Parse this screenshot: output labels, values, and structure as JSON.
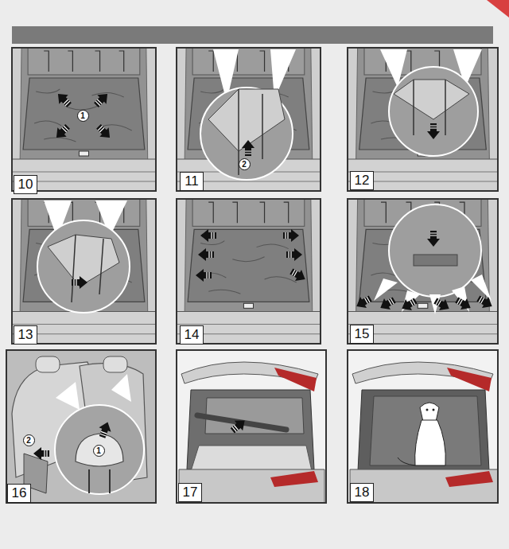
{
  "diagram": {
    "nodes": [
      {
        "text": [
          "1"
        ]
      },
      {
        "text": [
          "10"
        ]
      },
      {
        "text": [
          "2"
        ]
      },
      {
        "text": [
          "11"
        ]
      },
      {
        "text": [
          "12"
        ]
      },
      {
        "text": [
          "13"
        ]
      },
      {
        "text": [
          "14"
        ]
      },
      {
        "text": [
          "15"
        ]
      },
      {
        "text": [
          "2"
        ]
      },
      {
        "text": [
          "1"
        ]
      },
      {
        "text": [
          "16"
        ]
      },
      {
        "text": [
          "17"
        ]
      },
      {
        "text": [
          "18"
        ]
      }
    ]
  }
}
